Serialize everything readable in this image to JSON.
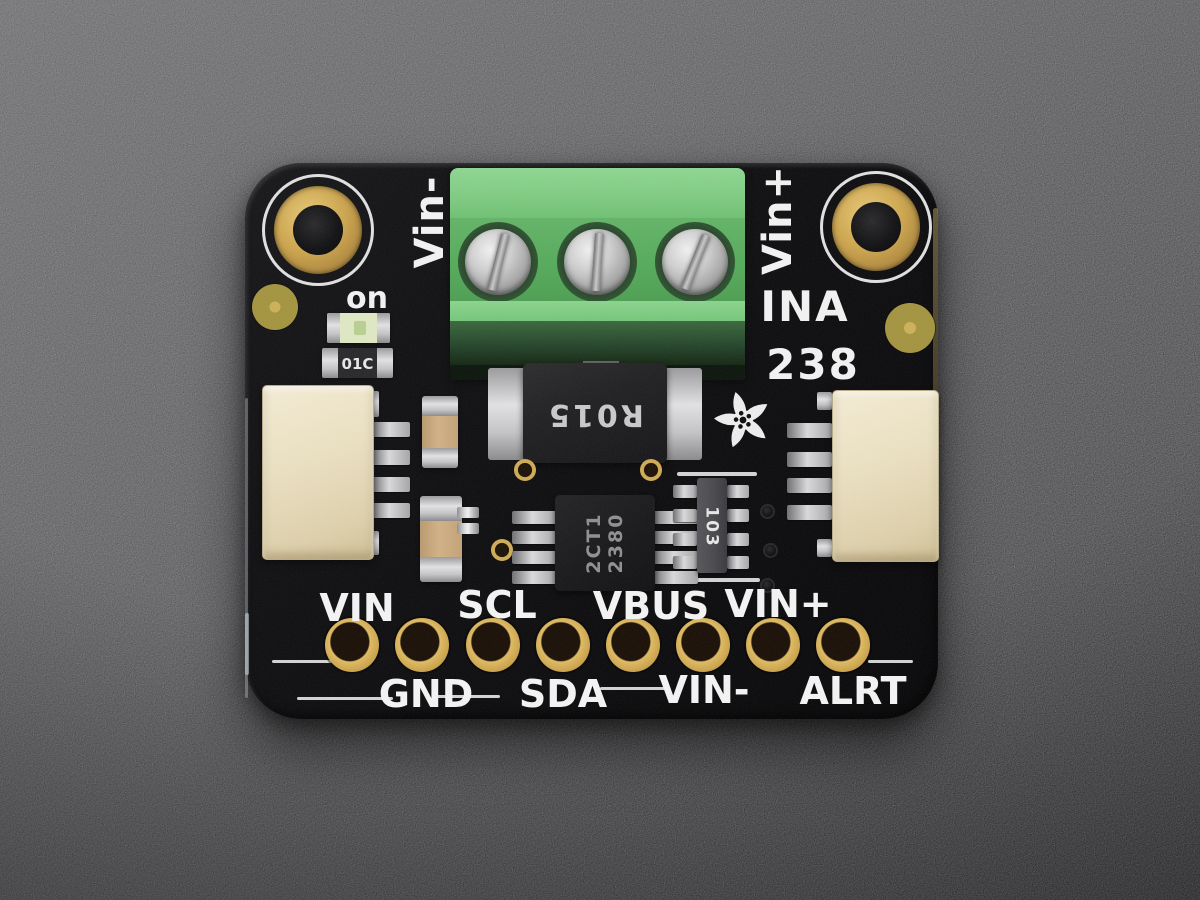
{
  "board": {
    "silkscreen": {
      "terminal_left_label": "Vin-",
      "terminal_right_label": "Vin+",
      "chip_name_line1": "INA",
      "chip_name_line2": "238",
      "led_label": "on"
    },
    "component_markings": {
      "shunt_resistor": "R015",
      "ic_line1": "2CT1",
      "ic_line2": "2380",
      "resistor_network": "103",
      "led_resistor": "01C"
    },
    "pin_labels_top": [
      "VIN",
      "SCL",
      "VBUS",
      "VIN+"
    ],
    "pin_labels_bottom": [
      "GND",
      "SDA",
      "VIN-",
      "ALRT"
    ]
  },
  "colors": {
    "pcb": "#0d0d10",
    "terminal_block_green": "#55aa5a",
    "gold_pad": "#cda64e",
    "silkscreen_white": "#f2f2f2",
    "connector_cream": "#eadfc0",
    "background_gray": "#565659",
    "led_body": "#dfe8c3"
  }
}
